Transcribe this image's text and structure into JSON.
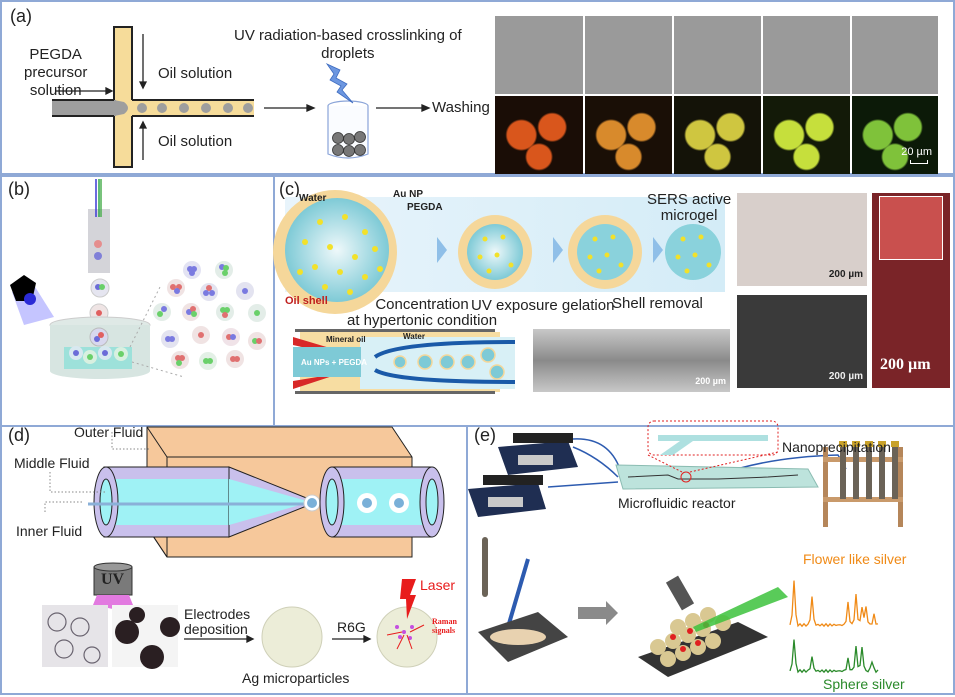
{
  "figure": {
    "panels": {
      "a": {
        "label": "(a)",
        "precursor_label": [
          "PEGDA",
          "precursor",
          "solution"
        ],
        "oil_top": "Oil solution",
        "oil_bottom": "Oil solution",
        "uv_title": [
          "UV radiation-based crosslinking of",
          "droplets"
        ],
        "washing": "Washing",
        "scale_bar": "20 µm",
        "colors": {
          "channel": "#f6dc9a",
          "precursor": "#9e9e9e",
          "fluor_row": [
            "#d9561c",
            "#d88a2c",
            "#cfc640",
            "#c6df3c",
            "#7fc23a"
          ]
        }
      },
      "b": {
        "label": "(b)"
      },
      "c": {
        "label": "(c)",
        "water": "Water",
        "au_np": "Au NP",
        "pegda": "PEGDA",
        "oil_shell": "Oil shell",
        "concentration": [
          "Concentration",
          "at hypertonic condition"
        ],
        "uv_gelation": "UV exposure gelation",
        "shell_removal": "Shell removal",
        "sers": [
          "SERS active",
          "microgel"
        ],
        "mineral_oil": "Mineral oil",
        "water_small": "Water",
        "au_nps_pegda": "Au NPs + PEGDA",
        "scale_bars": [
          "200 µm",
          "200 µm",
          "200 µm",
          "200 µm"
        ],
        "colors": {
          "oil_shell_text": "#c0201e",
          "shell": "#f5d79a",
          "core": "#7ecad6",
          "np": "#f2e12a"
        }
      },
      "d": {
        "label": "(d)",
        "outer_fluid": "Outer Fluid",
        "middle_fluid": "Middle Fluid",
        "inner_fluid": "Inner Fluid",
        "uv": "UV",
        "electrodes": [
          "Electrodes",
          "deposition"
        ],
        "r6g": "R6G",
        "ag": "Ag microparticles",
        "laser": "Laser",
        "raman": [
          "Raman",
          "signals"
        ],
        "colors": {
          "box": "#f6c89b",
          "tube": "#c9c0ec",
          "inner": "#9ff2f5",
          "laser": "#e81c1c"
        }
      },
      "e": {
        "label": "(e)",
        "nanoprecipitation": "Nanoprecipitation",
        "reactor": "Microfluidic reactor",
        "flower": "Flower like silver",
        "sphere": "Sphere silver",
        "colors": {
          "flower": "#f08a16",
          "sphere": "#2a8a2a",
          "pump": "#1f2e52",
          "beam": "#3cc23c"
        }
      }
    }
  }
}
